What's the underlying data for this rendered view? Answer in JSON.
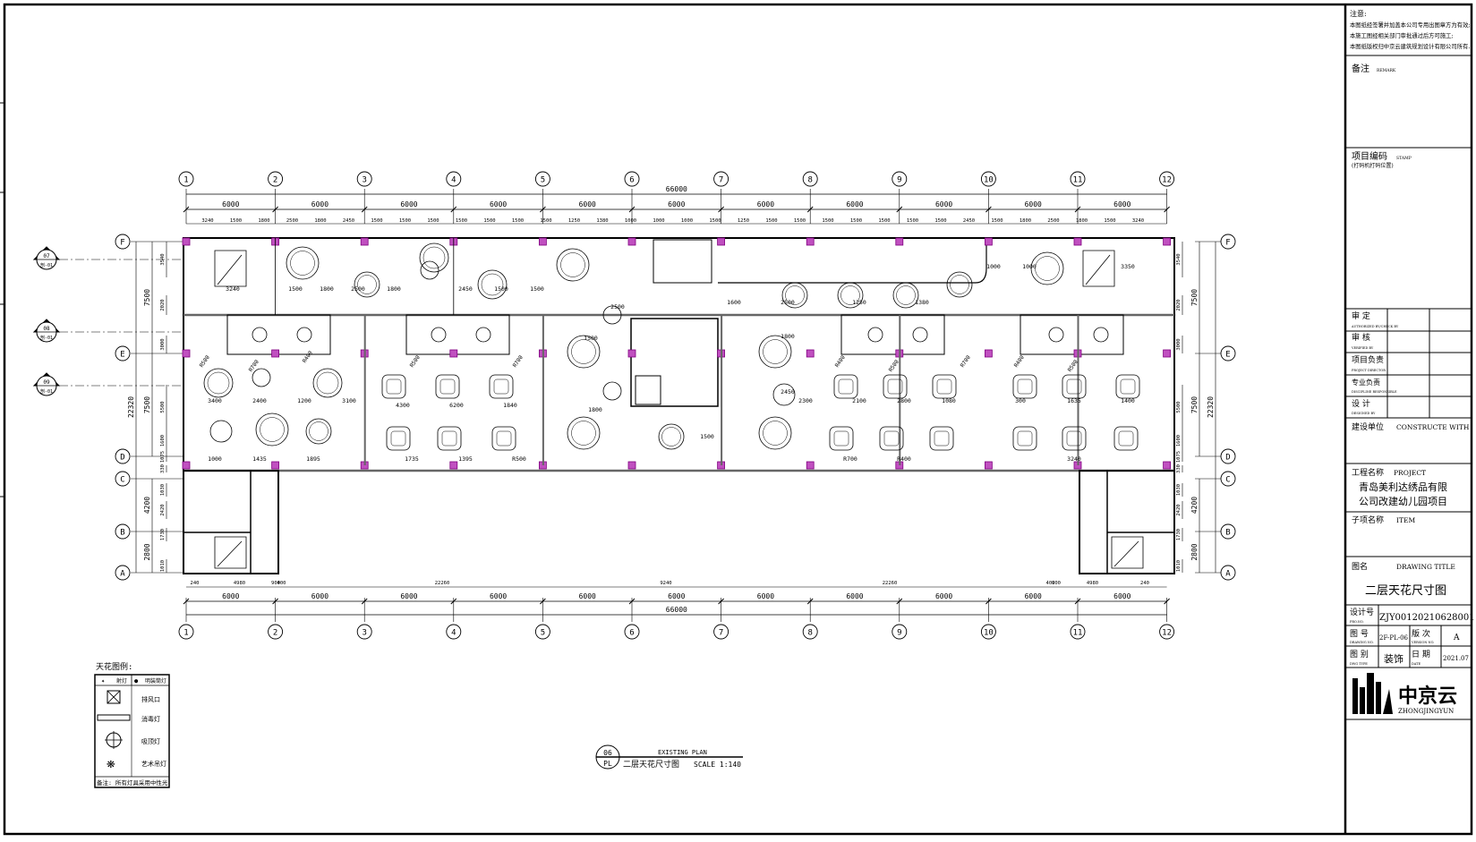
{
  "axes": {
    "numbers": [
      "1",
      "2",
      "3",
      "4",
      "5",
      "6",
      "7",
      "8",
      "9",
      "10",
      "11",
      "12"
    ],
    "letters": [
      "F",
      "E",
      "D",
      "C",
      "B",
      "A"
    ]
  },
  "dims": {
    "overall": "66000",
    "bay": "6000",
    "bottom_detail": [
      "240",
      "4980",
      "900",
      "400",
      "22260",
      "9240",
      "22260",
      "400",
      "900",
      "4980",
      "240"
    ],
    "left": [
      "7500",
      "22320",
      "7500",
      "4200",
      "2800"
    ],
    "left_small": [
      "3540",
      "2020",
      "3000",
      "5500",
      "1600",
      "1075",
      "330",
      "1030",
      "2420",
      "1730",
      "1010"
    ],
    "right": [
      "7500",
      "22320",
      "7500",
      "4200",
      "2800"
    ],
    "room": [
      "3240",
      "1500",
      "1800",
      "2500",
      "1800",
      "2450",
      "1500",
      "1500",
      "1600",
      "2500",
      "1250",
      "1380",
      "1000",
      "1000",
      "3350",
      "3400",
      "2400",
      "1200",
      "3100",
      "4300",
      "6200",
      "1840",
      "2300",
      "2100",
      "2800",
      "1080",
      "300",
      "1635",
      "1400",
      "1000",
      "1435",
      "1895",
      "1735",
      "1395",
      "R500",
      "R700",
      "R400"
    ]
  },
  "section_marks": [
    {
      "num": "07",
      "sheet": "剖-01"
    },
    {
      "num": "08",
      "sheet": "剖-01"
    },
    {
      "num": "09",
      "sheet": "剖-01"
    }
  ],
  "legend": {
    "title": "天花图例:",
    "header_left": "射灯",
    "header_right": "明装筒灯",
    "items": [
      "排风口",
      "消毒灯",
      "吸顶灯",
      "艺术吊灯"
    ],
    "note": "备注: 所有灯具采用中性光"
  },
  "drawing_label": {
    "num": "06",
    "code": "PL",
    "caption_en": "EXISTING PLAN",
    "caption_cn": "二层天花尺寸图",
    "scale": "SCALE 1:140"
  },
  "title_block": {
    "notice_title": "注意:",
    "notice_lines": [
      "本图纸经签署并加盖本公司专用出图章方为有效;",
      "本施工图经相关部门审批通过后方可施工;",
      "本图纸版权归中京云建筑规划设计有限公司所有."
    ],
    "remark_label": "备注",
    "remark_en": "REMARK",
    "project_code_label": "项目编码",
    "project_code_en": "STAMP",
    "project_code_sub": "(打码机打码位置)",
    "approve_rows": [
      {
        "cn": "审  定",
        "en": "AUTHORIZED BY/CHECK BY"
      },
      {
        "cn": "审  核",
        "en": "VERIFIED BY"
      },
      {
        "cn": "项目负责",
        "en": "PROJECT DIRECTOR"
      },
      {
        "cn": "专业负责",
        "en": "DISCIPLINE RESPONSIBLE"
      },
      {
        "cn": "设  计",
        "en": "DESIGNED BY"
      }
    ],
    "builder_label": "建设单位",
    "builder_en": "CONSTRUCTE WITH",
    "project_label": "工程名称",
    "project_en": "PROJECT",
    "project_name_1": "青岛美利达绣品有限",
    "project_name_2": "公司改建幼儿园项目",
    "item_label": "子项名称",
    "item_en": "ITEM",
    "drawing_label": "图名",
    "drawing_en": "DRAWING TITLE",
    "drawing_name": "二层天花尺寸图",
    "design_no_label": "设计号",
    "design_no_en": "PRO.NO.",
    "design_no": "ZJY00120210628001",
    "sheet_no_label": "图  号",
    "sheet_no_en": "DRAWING NO.",
    "sheet_no": "2F-PL-06",
    "version_label": "版  次",
    "version_en": "VERSION NO.",
    "version": "A",
    "type_label": "图  别",
    "type_en": "DWG TYPE",
    "type": "装饰",
    "date_label": "日  期",
    "date_en": "DATE",
    "date": "2021.07",
    "logo_cn": "中京云",
    "logo_en": "ZHONGJINGYUN"
  }
}
